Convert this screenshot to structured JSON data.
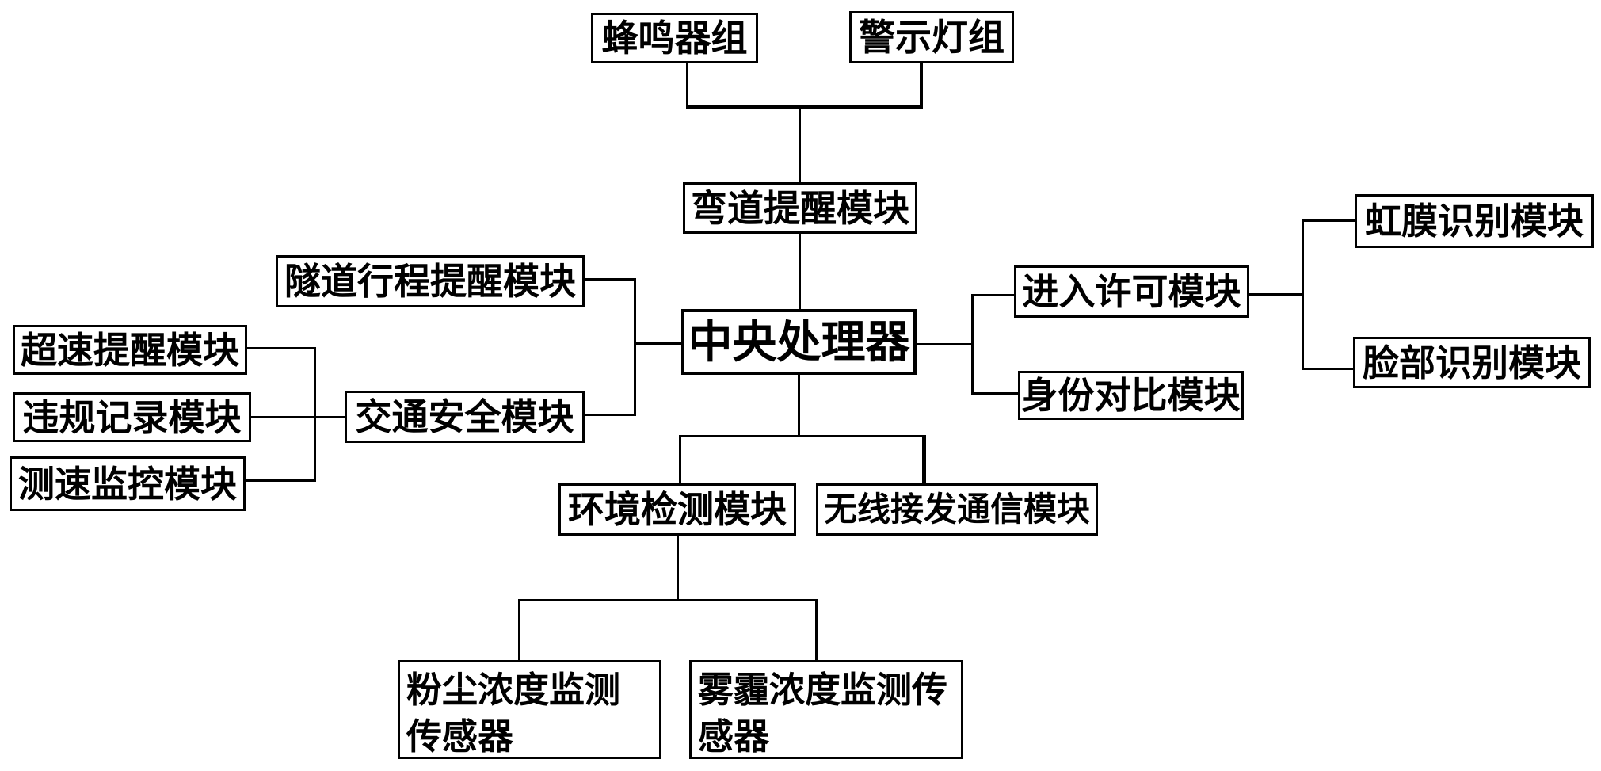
{
  "diagram": {
    "type": "block-diagram",
    "language": "zh-CN",
    "colors": {
      "background": "#ffffff",
      "box_fill": "#ffffff",
      "box_border": "#000000",
      "line": "#000000",
      "text": "#000000"
    },
    "nodes": {
      "buzzer_group": {
        "label": "蜂鸣器组"
      },
      "warning_light_group": {
        "label": "警示灯组"
      },
      "curve_reminder": {
        "label": "弯道提醒模块"
      },
      "cpu": {
        "label": "中央处理器"
      },
      "tunnel_trip_reminder": {
        "label": "隧道行程提醒模块"
      },
      "overspeed_reminder": {
        "label": "超速提醒模块"
      },
      "violation_record": {
        "label": "违规记录模块"
      },
      "speed_monitoring": {
        "label": "测速监控模块"
      },
      "traffic_safety": {
        "label": "交通安全模块"
      },
      "entry_permission": {
        "label": "进入许可模块"
      },
      "identity_comparison": {
        "label": "身份对比模块"
      },
      "iris_recognition": {
        "label": "虹膜识别模块"
      },
      "face_recognition": {
        "label": "脸部识别模块"
      },
      "environment_detection": {
        "label": "环境检测模块"
      },
      "wireless_comm": {
        "label": "无线接发通信模块"
      },
      "dust_sensor": {
        "label": "粉尘浓度监测传感器"
      },
      "haze_sensor": {
        "label": "雾霾浓度监测传感器"
      }
    },
    "edges": [
      {
        "from": "buzzer_group",
        "to": "curve_reminder"
      },
      {
        "from": "warning_light_group",
        "to": "curve_reminder"
      },
      {
        "from": "curve_reminder",
        "to": "cpu"
      },
      {
        "from": "tunnel_trip_reminder",
        "to": "cpu"
      },
      {
        "from": "traffic_safety",
        "to": "cpu"
      },
      {
        "from": "overspeed_reminder",
        "to": "traffic_safety"
      },
      {
        "from": "violation_record",
        "to": "traffic_safety"
      },
      {
        "from": "speed_monitoring",
        "to": "traffic_safety"
      },
      {
        "from": "cpu",
        "to": "entry_permission"
      },
      {
        "from": "cpu",
        "to": "identity_comparison"
      },
      {
        "from": "entry_permission",
        "to": "iris_recognition"
      },
      {
        "from": "entry_permission",
        "to": "face_recognition"
      },
      {
        "from": "cpu",
        "to": "environment_detection"
      },
      {
        "from": "cpu",
        "to": "wireless_comm"
      },
      {
        "from": "environment_detection",
        "to": "dust_sensor"
      },
      {
        "from": "environment_detection",
        "to": "haze_sensor"
      }
    ]
  }
}
